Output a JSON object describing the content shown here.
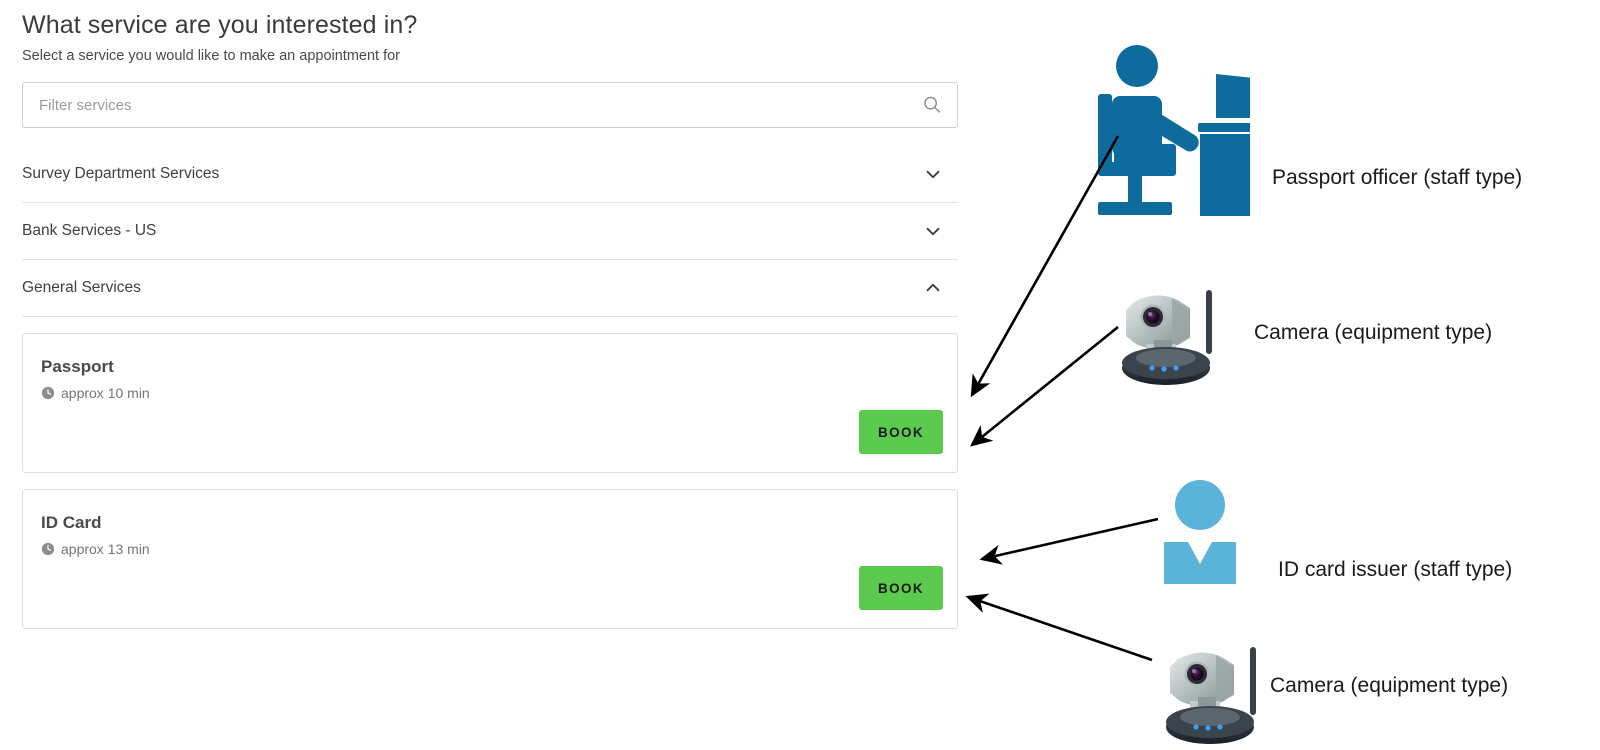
{
  "header": {
    "title": "What service are you interested in?",
    "subtitle": "Select a service you would like to make an appointment for"
  },
  "search": {
    "placeholder": "Filter services",
    "value": "",
    "icon": "search-icon"
  },
  "accordion": {
    "groups": [
      {
        "label": "Survey Department Services",
        "expanded": false,
        "icon": "chevron-down-icon"
      },
      {
        "label": "Bank Services - US",
        "expanded": false,
        "icon": "chevron-down-icon"
      },
      {
        "label": "General Services",
        "expanded": true,
        "icon": "chevron-up-icon"
      }
    ]
  },
  "services": [
    {
      "name": "Passport",
      "duration": "approx 10 min",
      "duration_icon": "clock-icon",
      "book_label": "BOOK"
    },
    {
      "name": "ID Card",
      "duration": "approx 13 min",
      "duration_icon": "clock-icon",
      "book_label": "BOOK"
    }
  ],
  "annotations": [
    {
      "label": "Passport officer (staff type)",
      "illustration": "desk-officer-icon"
    },
    {
      "label": "Camera (equipment type)",
      "illustration": "ip-camera-icon"
    },
    {
      "label": "ID card issuer (staff type)",
      "illustration": "person-avatar-icon"
    },
    {
      "label": "Camera (equipment type)",
      "illustration": "ip-camera-icon"
    }
  ],
  "colors": {
    "book_green": "#5cc94f",
    "officer_blue": "#0f6b9e",
    "avatar_blue": "#5bb3da",
    "arrow_black": "#000000",
    "text_dark": "#3b3b3b",
    "text_muted": "#757575",
    "border_grey": "#dedede"
  }
}
